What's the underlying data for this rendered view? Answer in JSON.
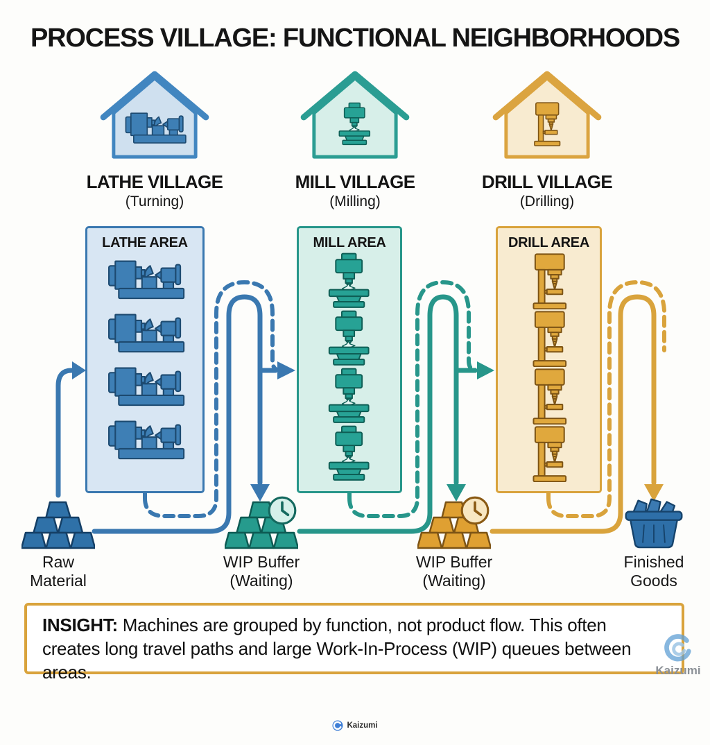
{
  "title": "PROCESS VILLAGE: FUNCTIONAL NEIGHBORHOODS",
  "villages": [
    {
      "name": "LATHE VILLAGE",
      "subtitle": "(Turning)",
      "area_label": "LATHE AREA",
      "machine": "lathe",
      "machine_count": 4,
      "color": "#3a78b0"
    },
    {
      "name": "MILL VILLAGE",
      "subtitle": "(Milling)",
      "area_label": "MILL AREA",
      "machine": "mill",
      "machine_count": 4,
      "color": "#27968a"
    },
    {
      "name": "DRILL VILLAGE",
      "subtitle": "(Drilling)",
      "area_label": "DRILL AREA",
      "machine": "drill",
      "machine_count": 4,
      "color": "#d9a33c"
    }
  ],
  "flow_items": [
    {
      "id": "raw-material",
      "line1": "Raw",
      "line2": "Material",
      "icon": "ingot-stack",
      "color": "#2f71a8"
    },
    {
      "id": "wip-buffer-1",
      "line1": "WIP Buffer",
      "line2": "(Waiting)",
      "icon": "ingot-stack-clock",
      "color": "#27968a"
    },
    {
      "id": "wip-buffer-2",
      "line1": "WIP Buffer",
      "line2": "(Waiting)",
      "icon": "ingot-stack-clock",
      "color": "#d9a33c"
    },
    {
      "id": "finished-goods",
      "line1": "Finished",
      "line2": "Goods",
      "icon": "basket",
      "color": "#2f71a8"
    }
  ],
  "insight": {
    "prefix": "INSIGHT:",
    "line1_rest": " Machines are grouped by function, not product flow. This often",
    "line2": "creates long travel paths and large Work-In-Process (WIP) queues between areas."
  },
  "watermark_brand": "Kaizumi",
  "footer_brand": "Kaizumi",
  "colors": {
    "lathe_blue": "#3a78b0",
    "mill_teal": "#27968a",
    "drill_orange": "#d9a33c",
    "lathe_area_bg": "#d8e6f3",
    "mill_area_bg": "#d7efe9",
    "drill_area_bg": "#f8ebd0",
    "raw_ingot": "#2f71a8",
    "wip1_ingot": "#269b8d",
    "wip2_ingot": "#dfa032",
    "finished_basket": "#2e6fa8",
    "insight_border": "#d9a33c",
    "text": "#141414"
  }
}
